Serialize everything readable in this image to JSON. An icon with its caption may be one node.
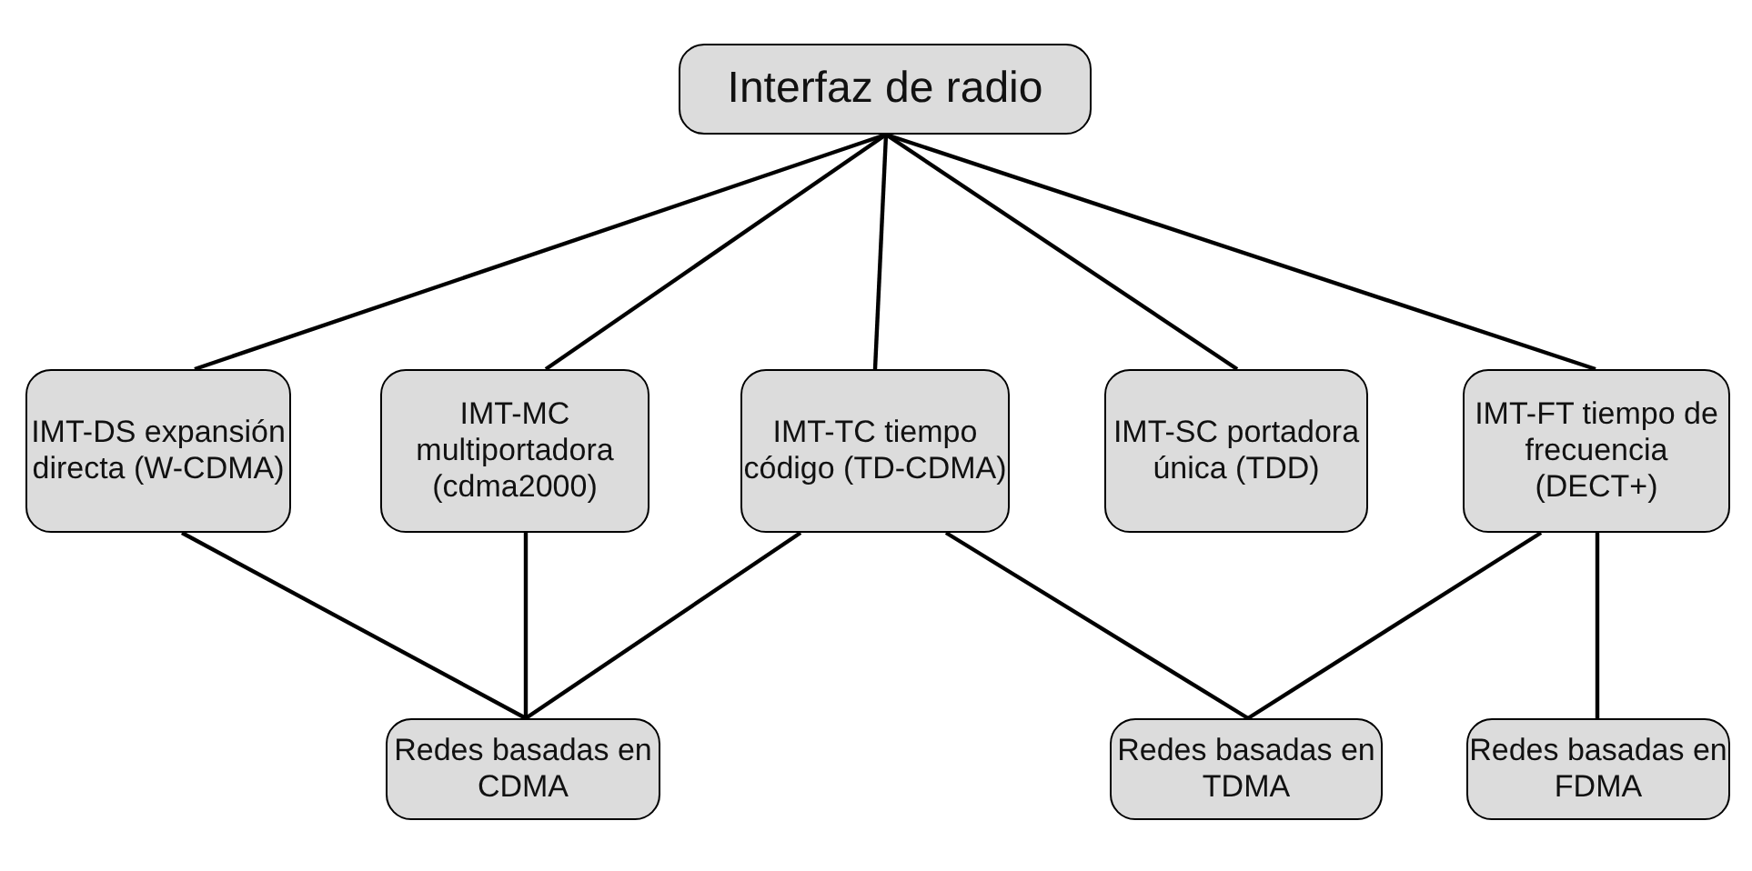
{
  "diagram": {
    "nodes": [
      {
        "text": [
          "Interfaz de radio"
        ]
      },
      {
        "text": [
          "IMT-DS expansión directa (W-CDMA)"
        ]
      },
      {
        "text": [
          "IMT-MC multiportadora (cdma2000)"
        ]
      },
      {
        "text": [
          "IMT-TC tiempo código (TD-CDMA)"
        ]
      },
      {
        "text": [
          "IMT-SC portadora única (TDD)"
        ]
      },
      {
        "text": [
          "IMT-FT tiempo de frecuencia (DECT+)"
        ]
      },
      {
        "text": [
          "Redes basadas en CDMA"
        ]
      },
      {
        "text": [
          "Redes basadas en TDMA"
        ]
      },
      {
        "text": [
          "Redes basadas en FDMA"
        ]
      }
    ],
    "edges": [
      {
        "from": 0,
        "to": 1,
        "arrow": "none"
      },
      {
        "from": 0,
        "to": 2,
        "arrow": "none"
      },
      {
        "from": 0,
        "to": 3,
        "arrow": "none"
      },
      {
        "from": 0,
        "to": 4,
        "arrow": "none"
      },
      {
        "from": 0,
        "to": 5,
        "arrow": "none"
      },
      {
        "from": 1,
        "to": 6,
        "arrow": "none"
      },
      {
        "from": 2,
        "to": 6,
        "arrow": "none"
      },
      {
        "from": 3,
        "to": 6,
        "arrow": "none"
      },
      {
        "from": 3,
        "to": 7,
        "arrow": "none"
      },
      {
        "from": 5,
        "to": 7,
        "arrow": "none"
      },
      {
        "from": 5,
        "to": 8,
        "arrow": "none"
      }
    ]
  }
}
